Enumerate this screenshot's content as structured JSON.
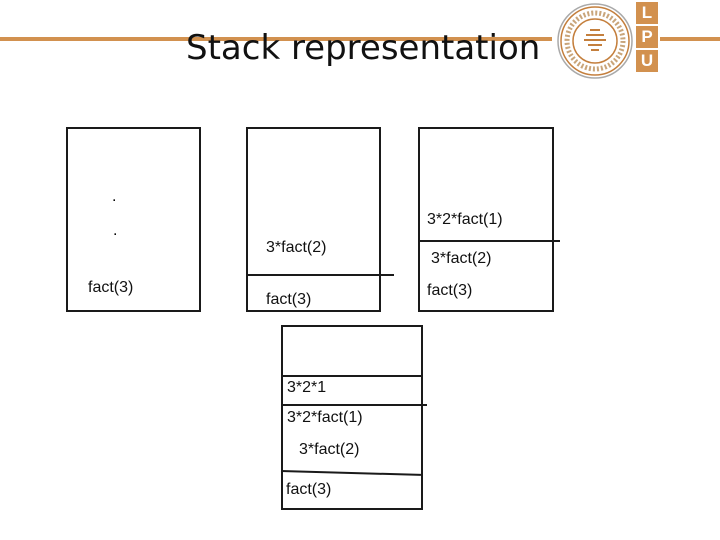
{
  "title": "Stack representation",
  "logo": {
    "letters": [
      "L",
      "P",
      "U"
    ],
    "seal_text": "LOVELY PROFESSIONAL UNIVERSITY PUNJAB (INDIA)"
  },
  "stack1": {
    "dots": [
      ".",
      "."
    ],
    "items": [
      "fact(3)"
    ]
  },
  "stack2": {
    "items": [
      "3*fact(2)",
      "fact(3)"
    ]
  },
  "stack3": {
    "items": [
      "3*2*fact(1)",
      "3*fact(2)",
      "fact(3)"
    ]
  },
  "stack4": {
    "items": [
      "3*2*1",
      "3*2*fact(1)",
      "3*fact(2)",
      "fact(3)"
    ]
  }
}
